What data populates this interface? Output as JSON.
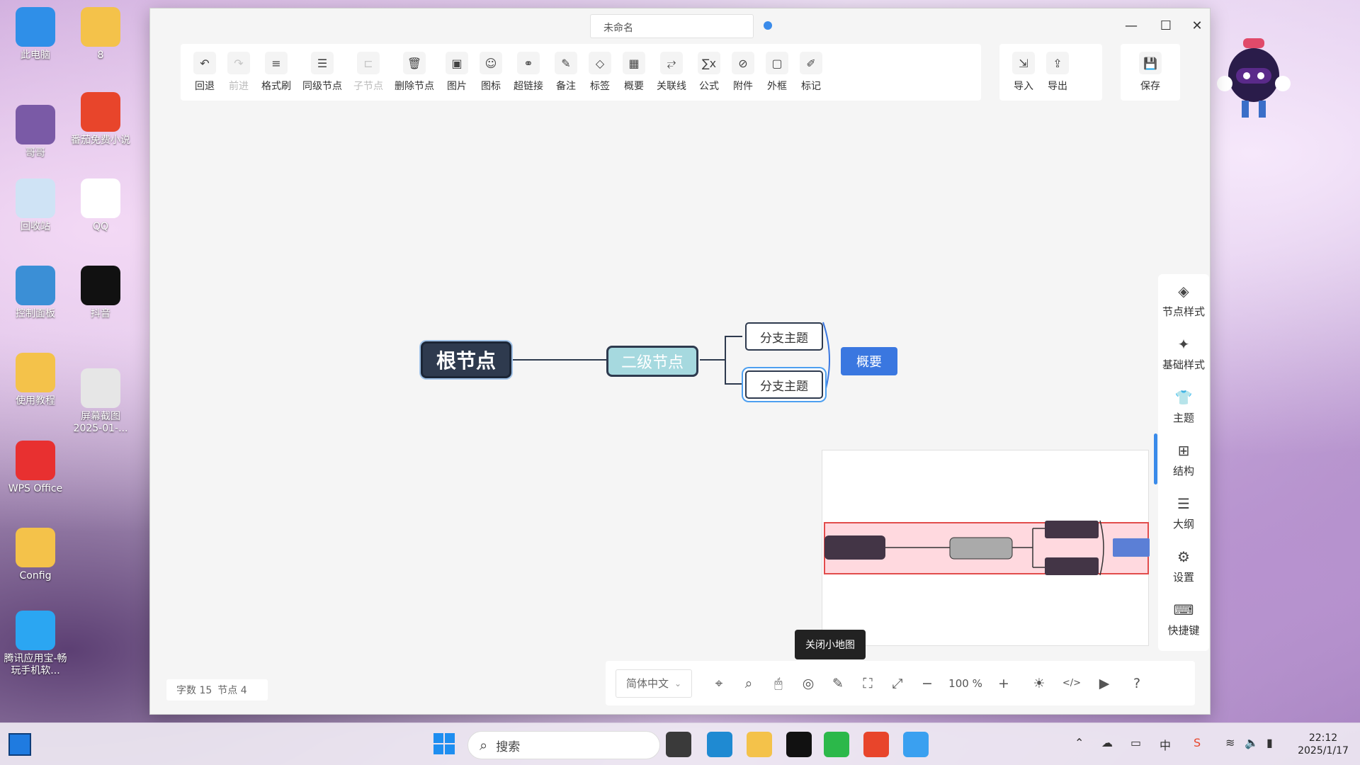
{
  "desktop": {
    "icons": [
      {
        "label": "此电脑",
        "icon": "computer-icon",
        "color": "#2f8fe8"
      },
      {
        "label": "8",
        "icon": "folder-icon",
        "color": "#f4c24a"
      },
      {
        "label": "哥哥",
        "icon": "image-icon",
        "color": "#7a5aa6"
      },
      {
        "label": "番茄免费小说",
        "icon": "tomato-novel-icon",
        "color": "#e8452b"
      },
      {
        "label": "回收站",
        "icon": "recycle-bin-icon",
        "color": "#cfe3f5"
      },
      {
        "label": "QQ",
        "icon": "qq-icon",
        "color": "#ffffff"
      },
      {
        "label": "控制面板",
        "icon": "control-panel-icon",
        "color": "#3b8fd6"
      },
      {
        "label": "抖音",
        "icon": "douyin-icon",
        "color": "#111111"
      },
      {
        "label": "使用教程",
        "icon": "folder-icon",
        "color": "#f4c24a"
      },
      {
        "label": "屏幕截图 2025-01-...",
        "icon": "screenshot-file-icon",
        "color": "#e6e6e6"
      },
      {
        "label": "WPS Office",
        "icon": "wps-icon",
        "color": "#e83030"
      },
      {
        "label": "Config",
        "icon": "folder-icon",
        "color": "#f4c24a"
      },
      {
        "label": "腾讯应用宝-畅玩手机软...",
        "icon": "tencent-appstore-icon",
        "color": "#2ba6f2"
      }
    ]
  },
  "window": {
    "title": "未命名",
    "controls": {
      "minimize": "—",
      "maximize": "☐",
      "close": "✕"
    }
  },
  "toolbar": {
    "main": [
      {
        "label": "回退",
        "icon": "undo-icon",
        "glyph": "↶",
        "enabled": true
      },
      {
        "label": "前进",
        "icon": "redo-icon",
        "glyph": "↷",
        "enabled": false
      },
      {
        "label": "格式刷",
        "icon": "format-painter-icon",
        "glyph": "≡",
        "enabled": true
      },
      {
        "label": "同级节点",
        "icon": "sibling-node-icon",
        "glyph": "☰",
        "enabled": true
      },
      {
        "label": "子节点",
        "icon": "child-node-icon",
        "glyph": "⊏",
        "enabled": false
      },
      {
        "label": "删除节点",
        "icon": "delete-node-icon",
        "glyph": "🗑",
        "enabled": true
      },
      {
        "label": "图片",
        "icon": "image-icon",
        "glyph": "▣",
        "enabled": true
      },
      {
        "label": "图标",
        "icon": "emoji-icon",
        "glyph": "☺",
        "enabled": true
      },
      {
        "label": "超链接",
        "icon": "link-icon",
        "glyph": "⚭",
        "enabled": true
      },
      {
        "label": "备注",
        "icon": "note-icon",
        "glyph": "✎",
        "enabled": true
      },
      {
        "label": "标签",
        "icon": "tag-icon",
        "glyph": "◇",
        "enabled": true
      },
      {
        "label": "概要",
        "icon": "summary-icon",
        "glyph": "▦",
        "enabled": true
      },
      {
        "label": "关联线",
        "icon": "relation-line-icon",
        "glyph": "⥂",
        "enabled": true
      },
      {
        "label": "公式",
        "icon": "formula-icon",
        "glyph": "∑x",
        "enabled": true
      },
      {
        "label": "附件",
        "icon": "attachment-icon",
        "glyph": "⊘",
        "enabled": true
      },
      {
        "label": "外框",
        "icon": "outer-frame-icon",
        "glyph": "▢",
        "enabled": true
      },
      {
        "label": "标记",
        "icon": "mark-icon",
        "glyph": "✐",
        "enabled": true
      }
    ],
    "io": [
      {
        "label": "导入",
        "icon": "import-icon",
        "glyph": "⇲"
      },
      {
        "label": "导出",
        "icon": "export-icon",
        "glyph": "⇪"
      }
    ],
    "save": {
      "label": "保存",
      "icon": "save-icon",
      "glyph": "💾"
    }
  },
  "mindmap": {
    "root": "根节点",
    "second_level": "二级节点",
    "branches": [
      "分支主题",
      "分支主题"
    ],
    "summary": "概要",
    "colors": {
      "root_bg": "#2e3a4e",
      "second_bg": "#a6d9df",
      "summary_bg": "#3a77e0",
      "selection": "#4d9ff0"
    }
  },
  "side_panel": [
    {
      "label": "节点样式",
      "icon": "node-style-icon",
      "glyph": "◈"
    },
    {
      "label": "基础样式",
      "icon": "magic-wand-icon",
      "glyph": "✦"
    },
    {
      "label": "主题",
      "icon": "shirt-icon",
      "glyph": "👕"
    },
    {
      "label": "结构",
      "icon": "structure-icon",
      "glyph": "⊞"
    },
    {
      "label": "大纲",
      "icon": "outline-icon",
      "glyph": "☰"
    },
    {
      "label": "设置",
      "icon": "settings-icon",
      "glyph": "⚙"
    },
    {
      "label": "快捷键",
      "icon": "keyboard-icon",
      "glyph": "⌨"
    }
  ],
  "status": {
    "word_count": "字数 15",
    "node_count": "节点 4"
  },
  "bottom_bar": {
    "language": "简体中文",
    "tools": [
      {
        "icon": "locate-icon",
        "glyph": "⌖"
      },
      {
        "icon": "search-icon",
        "glyph": "⌕"
      },
      {
        "icon": "mouse-icon",
        "glyph": "🖱"
      },
      {
        "icon": "compass-minimap-icon",
        "glyph": "◎"
      },
      {
        "icon": "edit-icon",
        "glyph": "✎"
      },
      {
        "icon": "fit-canvas-icon",
        "glyph": "⛶"
      },
      {
        "icon": "fullscreen-icon",
        "glyph": "⤢"
      }
    ],
    "zoom_out": "−",
    "zoom": "100",
    "zoom_unit": "%",
    "zoom_in": "+",
    "extra": [
      {
        "icon": "theme-sun-icon",
        "glyph": "☀"
      },
      {
        "icon": "code-icon",
        "glyph": "</>"
      },
      {
        "icon": "presentation-icon",
        "glyph": "▶"
      },
      {
        "icon": "help-icon",
        "glyph": "?"
      }
    ],
    "tooltip": "关闭小地图"
  },
  "taskbar": {
    "search_placeholder": "搜索",
    "apps": [
      {
        "icon": "widgets-icon",
        "color": "#3a3a3a"
      },
      {
        "icon": "edge-icon",
        "color": "#1f8ad2"
      },
      {
        "icon": "file-explorer-icon",
        "color": "#f4c24a"
      },
      {
        "icon": "douyin-icon",
        "color": "#111111"
      },
      {
        "icon": "wechat-icon",
        "color": "#2cb84a"
      },
      {
        "icon": "tomato-novel-icon",
        "color": "#e8452b"
      },
      {
        "icon": "mindmap-app-icon",
        "color": "#3aa0f0"
      }
    ],
    "time": "22:12",
    "date": "2025/1/17"
  }
}
